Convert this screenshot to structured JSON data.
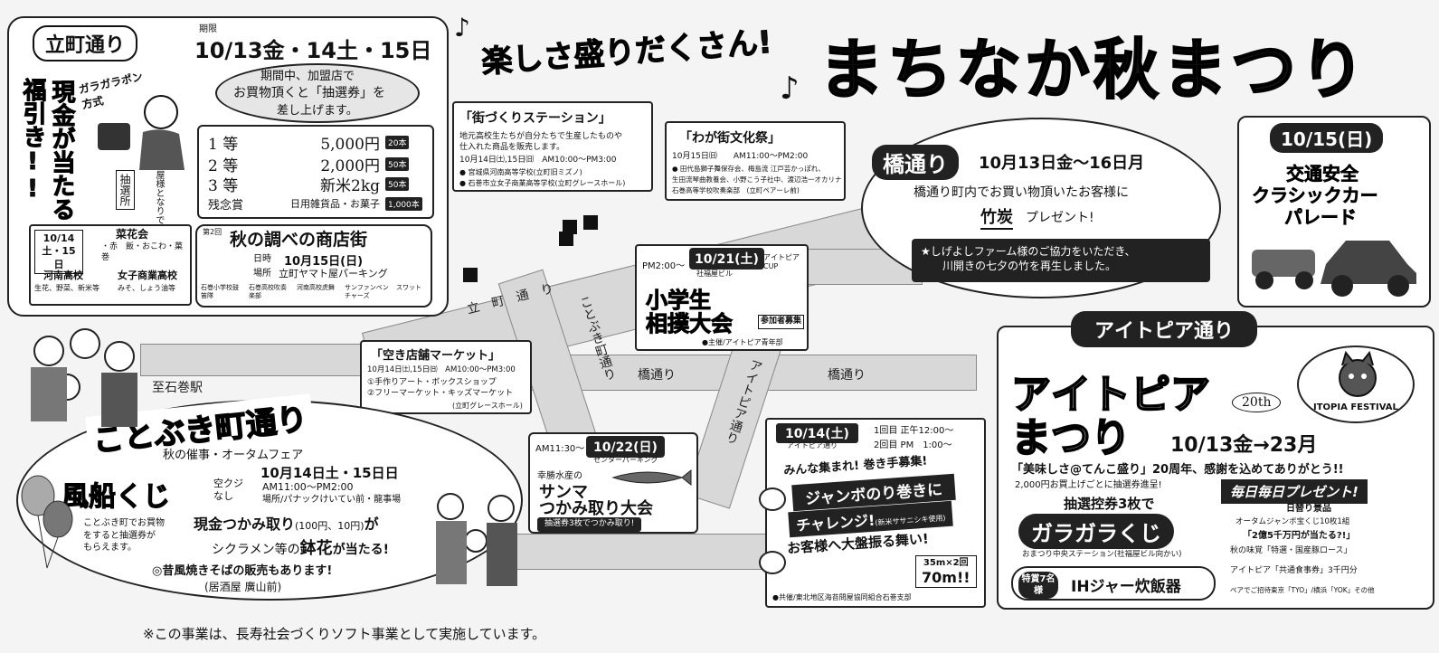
{
  "header": {
    "catch": "楽しさ盛りだくさん!",
    "title": "まちなか秋まつり",
    "note_left": "♪",
    "note_right": "♪"
  },
  "tachimachi": {
    "title": "立町通り",
    "period_label": "期限",
    "dates": "10/13金・14土・15日",
    "line1": "期間中、加盟店で",
    "line2": "お買物頂くと「抽選券」を",
    "line3": "差し上げます。",
    "prizes": [
      {
        "rank": "1 等",
        "value": "5,000円",
        "count": "20本"
      },
      {
        "rank": "2 等",
        "value": "2,000円",
        "count": "50本"
      },
      {
        "rank": "3 等",
        "value": "新米2kg",
        "count": "50本"
      },
      {
        "rank": "残念賞",
        "value": "日用雑貨品・お菓子",
        "count": "1,000本"
      }
    ],
    "garagara": "ガラガラポン方式",
    "fukubiki": "福引き!!",
    "genkin": "現金が当たる",
    "sign": "抽選所",
    "akita": "秋田屋様となりで開催",
    "shokaimarket": {
      "date": "10/14土・15日",
      "kakai": "菜花会",
      "items": "・赤　飯・おこわ・菓　巻",
      "school1": "河南高校",
      "school1_items": "生花、野菜、新米等",
      "school2": "女子商業高校",
      "school2_items": "みそ、しょう油等"
    },
    "shirabe": {
      "title": "秋の調べの商店街",
      "sub": "第2回",
      "date_label": "日時",
      "date": "10月15日(日)",
      "place_label": "場所",
      "place": "立町ヤマト屋パーキング",
      "bands": [
        "石巻小学校鼓笛隊",
        "石巻高校吹奏楽部",
        "河南高校虎舞",
        "サンファンベンチャーズ",
        "スワット"
      ]
    }
  },
  "machistation": {
    "title": "「街づくりステーション」",
    "desc1": "地元高校生たちが自分たちで生産したものや",
    "desc2": "仕入れた商品を販売します。",
    "time": "10月14日㈯,15日㈰　AM10:00〜PM3:00",
    "b1": "● 宮城県河南高等学校(立町旧ミズノ)",
    "b2": "● 石巻市立女子商業高等学校(立町グレースホール)"
  },
  "wagamachi": {
    "title": "「わが街文化祭」",
    "time": "10月15日㈰　　AM11:00〜PM2:00",
    "b1": "● 田代島獅子舞保存会、梅島流 江戸芸かっぽれ、",
    "b2": "生田流琴曲教養会、小野こう子社中、渡辺浩一オカリナ",
    "b3": "石巻高等学校吹奏楽部　(立町ペアーレ前)"
  },
  "akiten": {
    "title": "「空き店舗マーケット」",
    "time": "10月14日㈯,15日㈰　AM10:00〜PM3:00",
    "b1": "①手作りアート・ボックスショップ",
    "b2": "②フリーマーケット・キッズマーケット",
    "b3": "(立町グレースホール)"
  },
  "hashi": {
    "title": "橋通り",
    "dates": "10月13日金〜16日月",
    "line1": "橋通り町内でお買い物頂いたお客様に",
    "gift": "竹炭",
    "line2": "プレゼント!",
    "note1": "★しげよしファーム様のご協力をいただき、",
    "note2": "川開きの七夕の竹を再生しました。"
  },
  "classic": {
    "date": "10/15(日)",
    "l1": "交通安全",
    "l2": "クラシックカー",
    "l3": "パレード"
  },
  "sumo": {
    "pre": "PM2:00〜",
    "date": "10/21(土)",
    "place": "社福屋ビル",
    "cup": "アイトピアCUP",
    "l1": "小学生",
    "l2": "相撲大会",
    "recruit": "参加者募集",
    "org": "●主催/アイトピア青年部"
  },
  "map": {
    "station": "至石巻駅",
    "tachi": "立　町　通　り",
    "kotobuki": "ことぶき町通り",
    "hashi1": "橋通り",
    "hashi2": "橋通り",
    "aitopia": "アイトピア通り"
  },
  "kotobuki": {
    "title": "ことぶき町通り",
    "sub": "秋の催事・オータムフェア",
    "fusen": "風船くじ",
    "sora": "空クジなし",
    "dates": "10月14日土・15日日",
    "time": "AM11:00〜PM2:00",
    "place": "場所/パナックけいてい前・龍事場",
    "balloon_note1": "ことぶき町でお買物",
    "balloon_note2": "をすると抽選券が",
    "balloon_note3": "もらえます。",
    "genkin": "現金つかみ取り",
    "genkin_sub": "(100円、10円)",
    "ga": "が",
    "cyclamen": "シクラメン等の",
    "hana": "鉢花",
    "atari": "が当たる!",
    "yakisoba": "◎昔風焼きそばの販売もあります!",
    "yaki_place": "(居酒屋 廣山前)"
  },
  "sanma": {
    "time": "AM11:30〜",
    "date": "10/22(日)",
    "place": "センターパーキング",
    "org": "幸勝水産の",
    "l1": "サンマ",
    "l2": "つかみ取り大会",
    "note": "抽選券3枚でつかみ取り!"
  },
  "norimaki": {
    "date": "10/14(土)",
    "place": "アイトピア通り",
    "t1": "1回目 正午12:00〜",
    "t2": "2回目 PM　1:00〜",
    "call": "みんな集まれ! 巻き手募集!",
    "l1": "ジャンボのり巻きに",
    "l2": "チャレンジ!",
    "l2s": "(新米ササニシキ使用)",
    "l3": "お客様へ大盤振る舞い!",
    "size1": "35m×2回",
    "size2": "70m!!",
    "org": "●共催/東北地区海苔問屋協同組合石巻支部"
  },
  "aitopia": {
    "street": "アイトピア通り",
    "t1": "アイトピア",
    "t2": "まつり",
    "anniv": "20th",
    "badge": "ITOPIA FESTIVAL",
    "dates": "10/13金→23月",
    "bishoku": "「美味しさ@てんこ盛り」20周年、感謝を込めてありがとう!!",
    "line2": "2,000円お買上げごとに抽選券進呈!",
    "three": "抽選控券3枚で",
    "garagara": "ガラガラくじ",
    "station": "おまつり中央ステーション(社福屋ビル向かい)",
    "special": "特賞7名様",
    "special_prize": "IHジャー炊飯器",
    "daily": "毎日毎日プレゼント!",
    "daily_sub": "日替り景品",
    "jumbo": "オータムジャンボ宝くじ10枚1組",
    "jumbo2": "「2億5千万円が当たる?!」",
    "pork": "秋の味覚「特選・国産豚ロース」",
    "kyotsu": "アイトピア「共通食事券」3千円分",
    "pair": "ペアでご招待東京「TYO」/横浜「YOK」その他"
  },
  "footer": {
    "note": "※この事業は、長寿社会づくりソフト事業として実施しています。"
  }
}
